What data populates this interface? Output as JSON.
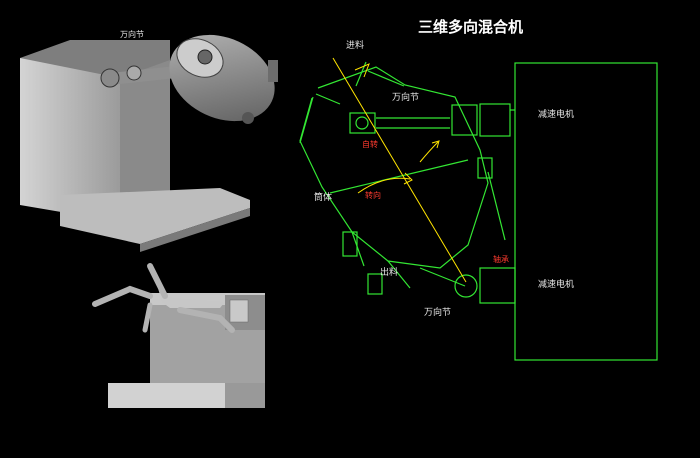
{
  "title": "三维多向混合机",
  "render_labels": {
    "universal_joint": "万向节"
  },
  "diagram_labels": {
    "inlet": "进料",
    "universal_joint_top": "万向节",
    "universal_joint_bottom": "万向节",
    "reducer_motor_top": "减速电机",
    "reducer_motor_bottom": "减速电机",
    "barrel": "筒体",
    "outlet": "出料",
    "rotation": "自转",
    "revolution": "转向",
    "shaft": "轴承"
  },
  "colors": {
    "background": "#000000",
    "line": "#33e633",
    "arrow": "#ffe400",
    "accent_red": "#ff3b2f",
    "metal": "#9a9a9a"
  }
}
